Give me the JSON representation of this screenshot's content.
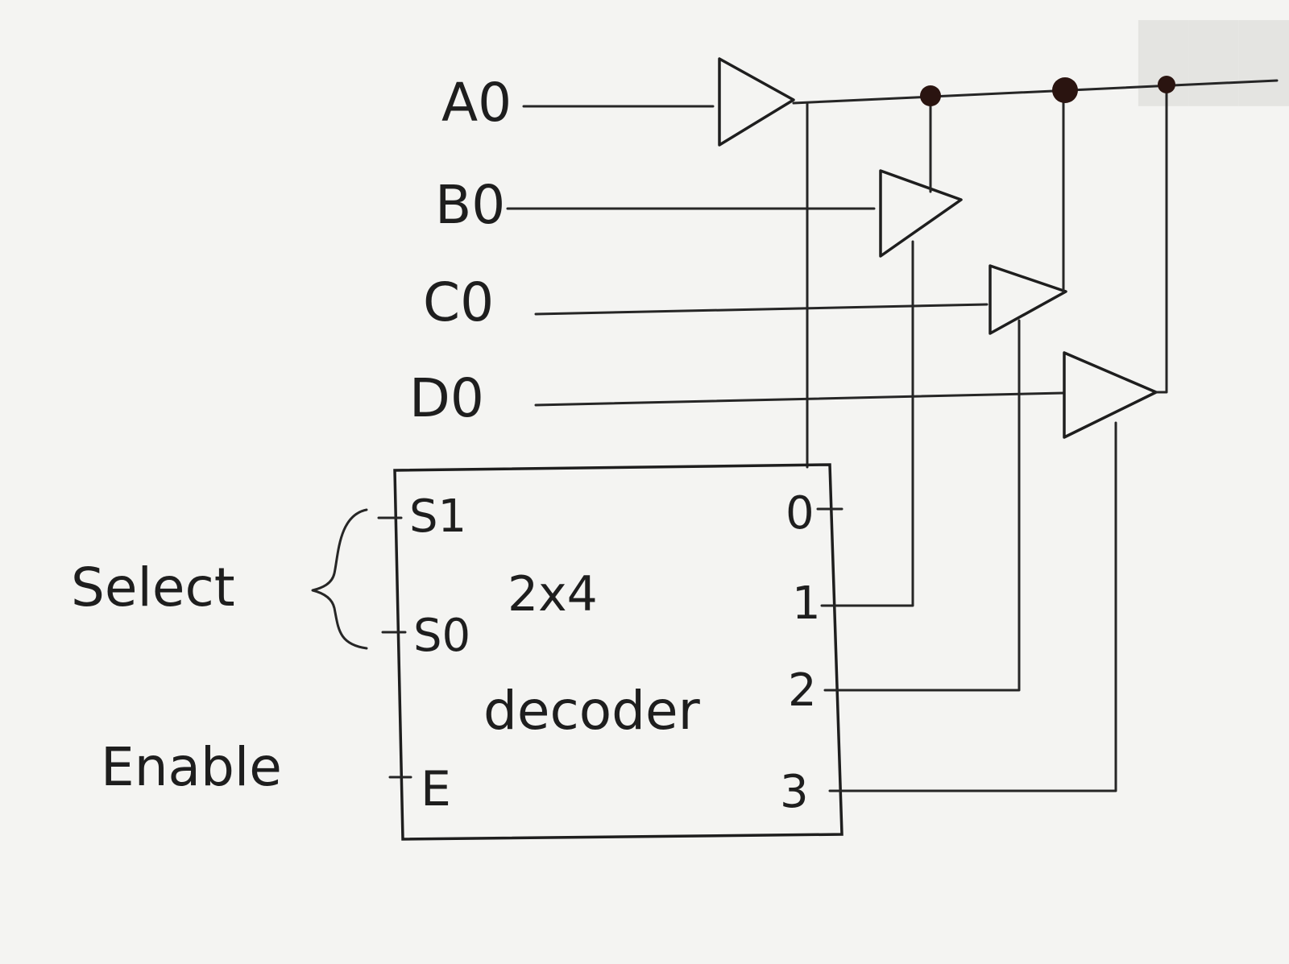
{
  "inputs": [
    "A0",
    "B0",
    "C0",
    "D0"
  ],
  "select_label": "Select",
  "enable_label": "Enable",
  "decoder": {
    "size_label": "2x4",
    "name_label": "decoder",
    "pins": {
      "s1": "S1",
      "s0": "S0",
      "e": "E"
    },
    "outputs": [
      "0",
      "1",
      "2",
      "3"
    ]
  },
  "colors": {
    "ink": "#1e1e1e",
    "paper": "#f4f4f2",
    "junction": "#2a1410"
  }
}
